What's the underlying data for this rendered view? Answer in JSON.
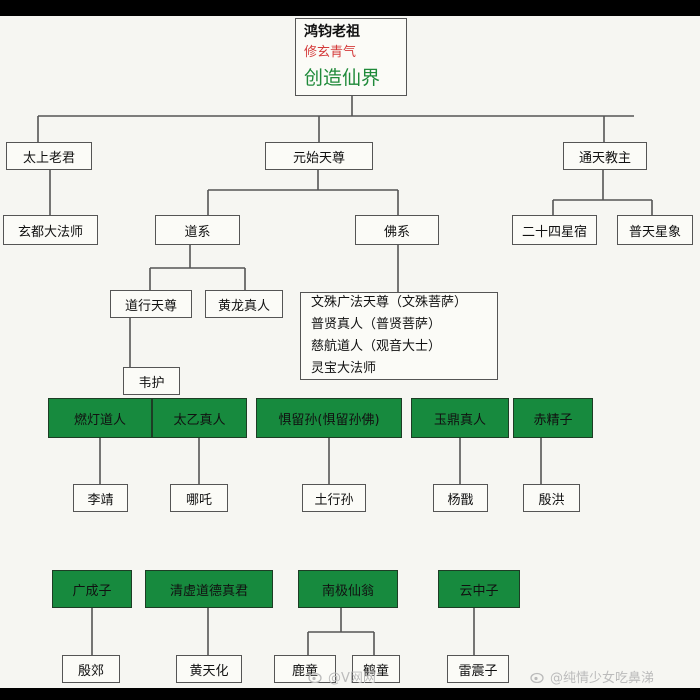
{
  "root": {
    "title": "鸿钧老祖",
    "subtitle": "修玄青气",
    "main": "创造仙界"
  },
  "l1": {
    "taishang": "太上老君",
    "yuanshi": "元始天尊",
    "tongtian": "通天教主"
  },
  "l2": {
    "xuandu": "玄都大法师",
    "daoxi": "道系",
    "foxi": "佛系",
    "ershisi": "二十四星宿",
    "putian": "普天星象"
  },
  "dao": {
    "daoxing": "道行天尊",
    "huanglong": "黄龙真人"
  },
  "fo": {
    "lines": [
      "文殊广法天尊（文殊菩萨）",
      "普贤真人（普贤菩萨）",
      "慈航道人（观音大士）",
      "灵宝大法师"
    ]
  },
  "weihu": "韦护",
  "green1": {
    "randeng": "燃灯道人",
    "taiyi": "太乙真人",
    "julisun": "惧留孙(惧留孙佛)",
    "yuding": "玉鼎真人",
    "chijing": "赤精子"
  },
  "disc1": {
    "lijing": "李靖",
    "nezha": "哪吒",
    "tuxingsun": "土行孙",
    "yangjian": "杨戬",
    "yinhong": "殷洪"
  },
  "green2": {
    "guangcheng": "广成子",
    "qingxu": "清虚道德真君",
    "nanji": "南极仙翁",
    "yunzhong": "云中子"
  },
  "disc2": {
    "yinjiao": "殷郊",
    "huangtianhua": "黄天化",
    "lutong": "鹿童",
    "hetong": "鹤童",
    "leizhenzi": "雷震子"
  },
  "watermark": {
    "left": "@V网网",
    "right": "@纯情少女吃鼻涕"
  },
  "colors": {
    "green": "#178a3e",
    "red": "#d43b3b",
    "line": "#555555"
  }
}
